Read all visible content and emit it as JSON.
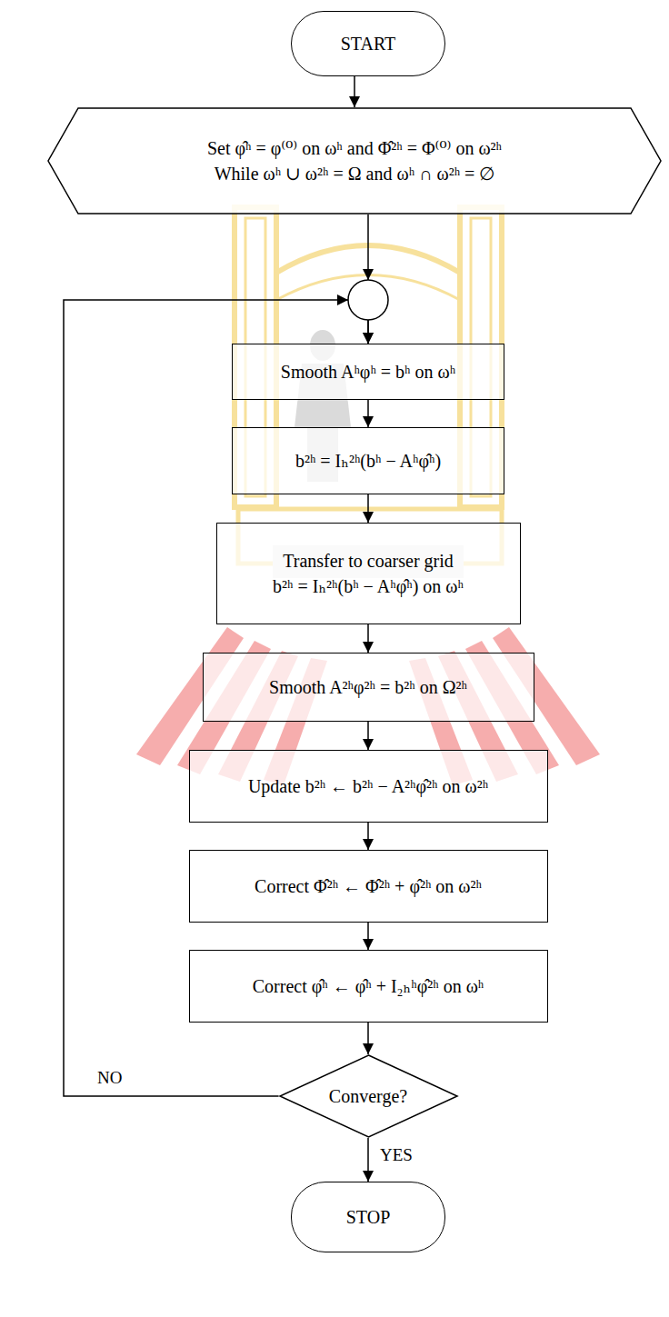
{
  "diagram": {
    "nodes": [
      {
        "text": [
          "START"
        ]
      },
      {
        "text": [
          "Set φ̂ʰ = φ⁽⁰⁾ on ωʰ and Φ̂²ʰ = Φ⁽⁰⁾ on ω²ʰ",
          "While ωʰ ∪ ω²ʰ = Ω and ωʰ ∩ ω²ʰ = ∅"
        ]
      },
      {
        "text": [
          "Smooth Aʰφʰ = bʰ on ωʰ"
        ]
      },
      {
        "text": [
          "b²ʰ = Iₕ²ʰ(bʰ − Aʰφ̂ʰ)"
        ]
      },
      {
        "text": [
          "Transfer to coarser grid",
          "b²ʰ = Iₕ²ʰ(bʰ − Aʰφ̂ʰ) on ωʰ"
        ]
      },
      {
        "text": [
          "Smooth A²ʰφ²ʰ = b²ʰ on Ω²ʰ"
        ]
      },
      {
        "text": [
          "Update b²ʰ ← b²ʰ − A²ʰφ̂²ʰ on ω²ʰ"
        ]
      },
      {
        "text": [
          "Correct Φ̂²ʰ ← Φ̂²ʰ + φ̂²ʰ on ω²ʰ"
        ]
      },
      {
        "text": [
          "Correct φ̂ʰ ← φ̂ʰ + I₂ₕʰφ̂²ʰ on ωʰ"
        ]
      },
      {
        "text": [
          "Converge?"
        ]
      },
      {
        "text": [
          "STOP"
        ]
      }
    ],
    "edges": [
      {
        "from": 0,
        "to": 1,
        "arrow": "to"
      },
      {
        "from": 1,
        "to": 2,
        "arrow": "to"
      },
      {
        "from": 2,
        "to": 3,
        "arrow": "to"
      },
      {
        "from": 3,
        "to": 4,
        "arrow": "to"
      },
      {
        "from": 4,
        "to": 5,
        "arrow": "to"
      },
      {
        "from": 5,
        "to": 6,
        "arrow": "to"
      },
      {
        "from": 6,
        "to": 7,
        "arrow": "to"
      },
      {
        "from": 7,
        "to": 8,
        "arrow": "to"
      },
      {
        "from": 8,
        "to": 9,
        "arrow": "to"
      },
      {
        "from": 9,
        "to": 10,
        "label": "YES",
        "arrow": "to"
      },
      {
        "from": 9,
        "to": 2,
        "label": "NO",
        "arrow": "to"
      }
    ]
  }
}
